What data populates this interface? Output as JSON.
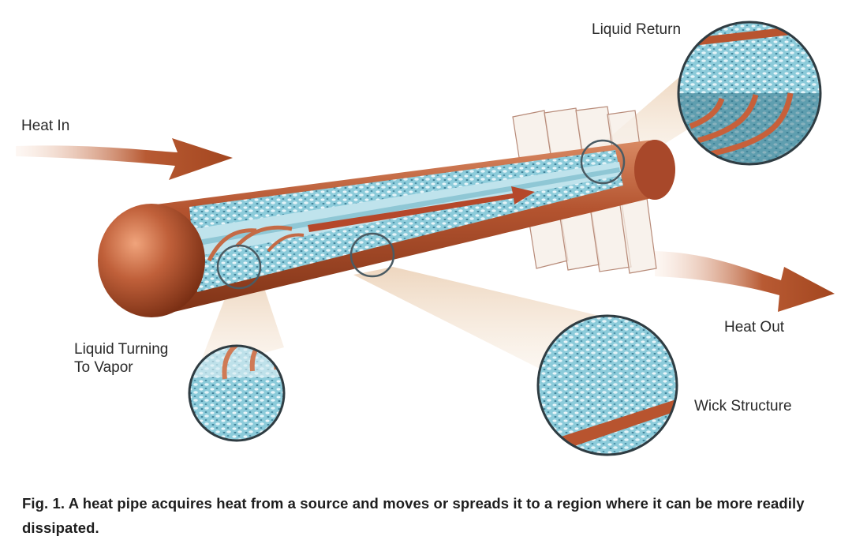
{
  "labels": {
    "heat_in": "Heat In",
    "liquid_return": "Liquid Return",
    "heat_out": "Heat Out",
    "liquid_turning_line1": "Liquid Turning",
    "liquid_turning_line2": "To Vapor",
    "wick_structure": "Wick Structure"
  },
  "caption": "Fig. 1. A heat pipe acquires heat from a source and moves or spreads it to a region where it can be more readily dissipated.",
  "colors": {
    "copper": "#b3532f",
    "copper_dark": "#8a3a1c",
    "wick": "#7fc4d4",
    "wick_dark": "#2f6f86",
    "vapor": "#9fd3e0",
    "beam": "#f2e1cc"
  }
}
